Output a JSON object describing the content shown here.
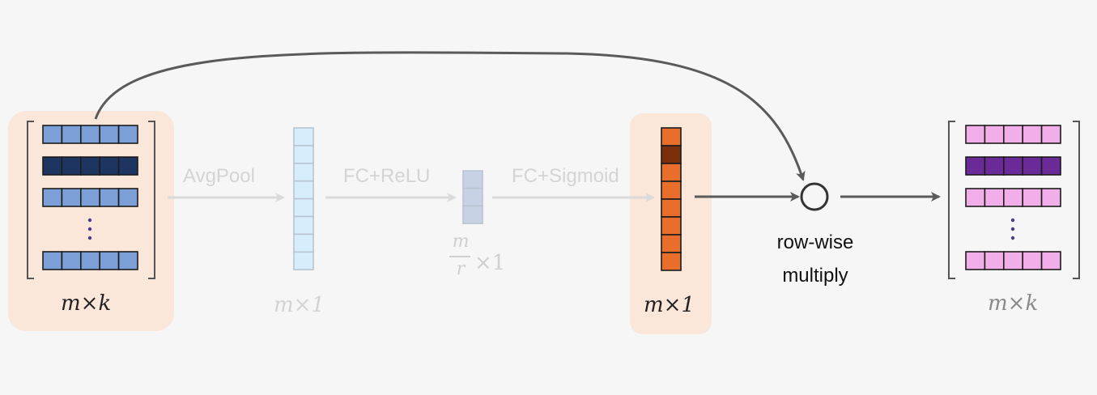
{
  "diagram": {
    "ops": {
      "avgpool": "AvgPool",
      "fc_relu": "FC+ReLU",
      "fc_sigmoid": "FC+Sigmoid"
    },
    "dims": {
      "input": "m×k",
      "pooled": "m×1",
      "reduced_num": "m",
      "reduced_den": "r",
      "reduced_suffix": "×1",
      "weights": "m×1",
      "output": "m×k"
    },
    "multiply": {
      "line1": "row-wise",
      "line2": "multiply"
    },
    "colors": {
      "highlight_bg": "#fbe6da",
      "input_cell": "#7b9fd6",
      "input_dark": "#1e3562",
      "pooled_cell": "#d6eefb",
      "reduced_cell": "#c7d3e4",
      "weight_cell": "#e96d2b",
      "weight_dark": "#7a2e0a",
      "output_cell": "#f2aee8",
      "output_dark": "#6a2a98",
      "dots": "#4a3b8c"
    }
  }
}
